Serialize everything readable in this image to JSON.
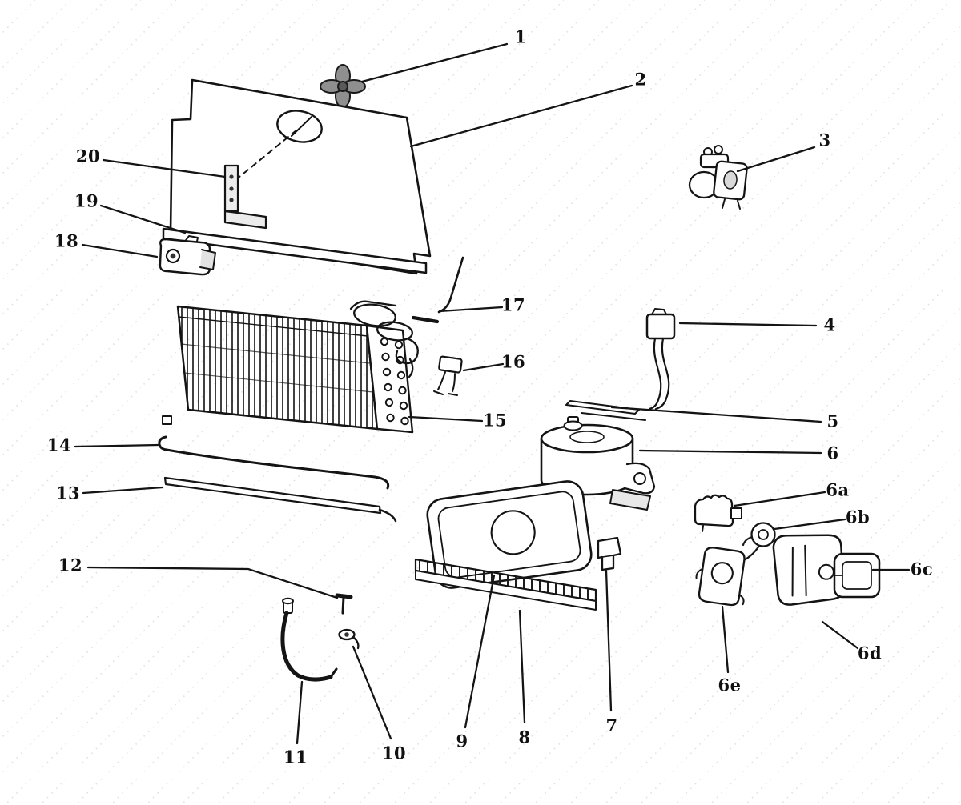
{
  "figure": {
    "kind": "exploded-parts-diagram",
    "colors": {
      "ink": "#141414",
      "paper": "#ffffff",
      "pattern_dots": "#c8c8c8"
    },
    "callouts": {
      "p1": {
        "label": "1"
      },
      "p2": {
        "label": "2"
      },
      "p3": {
        "label": "3"
      },
      "p4": {
        "label": "4"
      },
      "p5": {
        "label": "5"
      },
      "p6": {
        "label": "6"
      },
      "p6a": {
        "label": "6a"
      },
      "p6b": {
        "label": "6b"
      },
      "p6c": {
        "label": "6c"
      },
      "p6d": {
        "label": "6d"
      },
      "p6e": {
        "label": "6e"
      },
      "p7": {
        "label": "7"
      },
      "p8": {
        "label": "8"
      },
      "p9": {
        "label": "9"
      },
      "p10": {
        "label": "10"
      },
      "p11": {
        "label": "11"
      },
      "p12": {
        "label": "12"
      },
      "p13": {
        "label": "13"
      },
      "p14": {
        "label": "14"
      },
      "p15": {
        "label": "15"
      },
      "p16": {
        "label": "16"
      },
      "p17": {
        "label": "17"
      },
      "p18": {
        "label": "18"
      },
      "p19": {
        "label": "19"
      },
      "p20": {
        "label": "20"
      }
    }
  }
}
